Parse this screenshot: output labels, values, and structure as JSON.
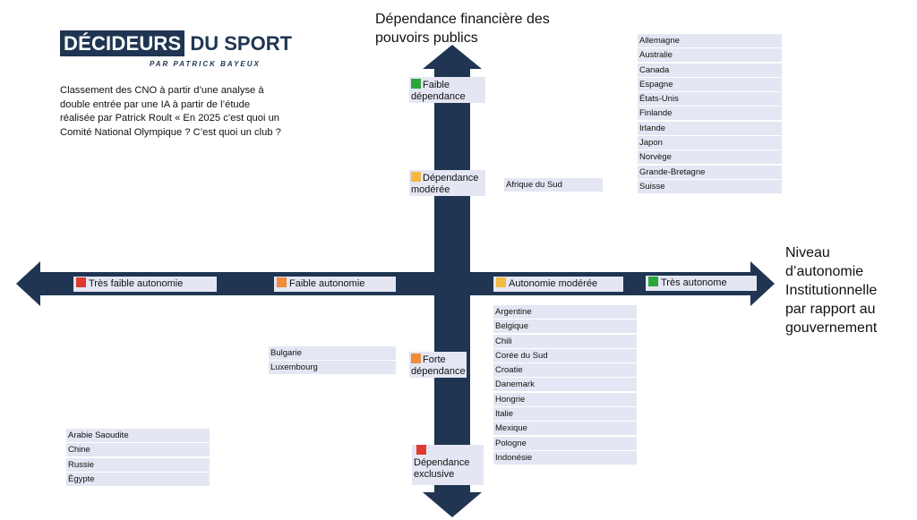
{
  "logo": {
    "brand_box": "DÉCIDEURS",
    "brand_rest": "DU SPORT",
    "byline": "PAR PATRICK BAYEUX"
  },
  "description": "Classement des CNO à partir d’une analyse à double entrée par une IA à partir de l’étude réalisée par Patrick Roult « En 2025 c’est quoi un Comité National Olympique ? C’est quoi un club ?",
  "axis_titles": {
    "vertical": "Dépendance financière des pouvoirs publics",
    "horizontal": "Niveau d’autonomie Institutionnelle par rapport au gouvernement"
  },
  "colors": {
    "axis": "#1f3552",
    "red": "#e03a2f",
    "orange": "#f08c3a",
    "yellow": "#f4b942",
    "green": "#2aa63a",
    "label_bg": "#e4e6f3"
  },
  "horizontal_labels": [
    {
      "text": "Très faible autonomie",
      "color": "#e03a2f"
    },
    {
      "text": "Faible autonomie",
      "color": "#f08c3a"
    },
    {
      "text": "Autonomie modérée",
      "color": "#f4b942"
    },
    {
      "text": "Très autonome",
      "color": "#2aa63a"
    }
  ],
  "vertical_labels": [
    {
      "line1": "Faible",
      "line2": "dépendance",
      "color": "#2aa63a"
    },
    {
      "line1": "Dépendance",
      "line2": "modérée",
      "color": "#f4b942"
    },
    {
      "line1": "Forte",
      "line2": "dépendance",
      "color": "#f08c3a"
    },
    {
      "line1": "Dépendance",
      "line2": "exclusive",
      "color": "#e03a2f"
    }
  ],
  "groups": {
    "top_right": [
      "Allemagne",
      "Australie",
      "Canada",
      "Espagne",
      "États-Unis",
      "Finlande",
      "Irlande",
      "Japon",
      "Norvège",
      "Grande-Bretagne",
      "Suisse"
    ],
    "afrique": [
      "Afrique du Sud"
    ],
    "bottom_right": [
      "Argentine",
      "Belgique",
      "Chili",
      "Corée du Sud",
      "Croatie",
      "Danemark",
      "Hongrie",
      "Italie",
      "Mexique",
      "Pologne",
      "Indonésie"
    ],
    "bottom_middle": [
      "Bulgarie",
      "Luxembourg"
    ],
    "bottom_left": [
      "Arabie Saoudite",
      "Chine",
      "Russie",
      "Égypte"
    ]
  }
}
